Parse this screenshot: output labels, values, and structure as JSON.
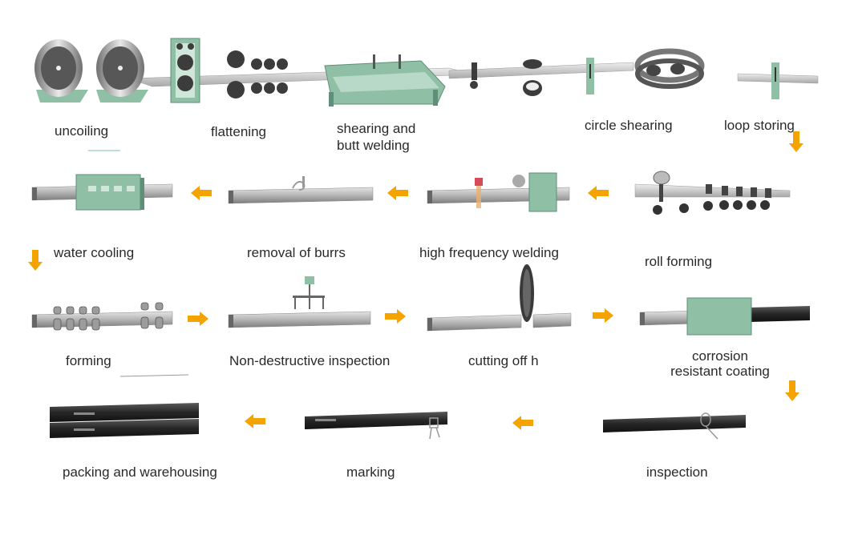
{
  "title": "",
  "colors": {
    "arrow": "#f4a300",
    "machine": "#8fbfa5",
    "machine_dark": "#5f8f78",
    "pipe_light": "#c9c9c9",
    "pipe_mid": "#9a9a9a",
    "pipe_dark": "#2b2b2b",
    "roller": "#3c3c3c"
  },
  "steps": [
    {
      "id": "uncoiling",
      "label": "uncoiling"
    },
    {
      "id": "flattening",
      "label": "flattening"
    },
    {
      "id": "shearing",
      "label_lines": [
        "shearing and",
        "butt welding"
      ]
    },
    {
      "id": "circle-shearing",
      "label": "circle shearing"
    },
    {
      "id": "loop-storing",
      "label": "loop storing"
    },
    {
      "id": "roll-forming",
      "label": "roll forming"
    },
    {
      "id": "hf-welding",
      "label": "high frequency welding"
    },
    {
      "id": "burrs",
      "label": "removal of burrs"
    },
    {
      "id": "water-cooling",
      "label": "water cooling"
    },
    {
      "id": "forming",
      "label": "forming"
    },
    {
      "id": "ndt",
      "label": "Non-destructive inspection"
    },
    {
      "id": "cutting",
      "label": "cutting off h"
    },
    {
      "id": "coating",
      "label_lines": [
        "corrosion",
        "resistant coating"
      ]
    },
    {
      "id": "inspection",
      "label": "inspection"
    },
    {
      "id": "marking",
      "label": "marking"
    },
    {
      "id": "packing",
      "label": "packing and warehousing"
    }
  ],
  "flow_arrows": [
    {
      "name": "arrow-loop-to-roll",
      "dir": "down"
    },
    {
      "name": "arrow-roll-to-hf",
      "dir": "left"
    },
    {
      "name": "arrow-hf-to-burrs",
      "dir": "left"
    },
    {
      "name": "arrow-burrs-to-cooling",
      "dir": "left"
    },
    {
      "name": "arrow-cooling-to-forming",
      "dir": "down"
    },
    {
      "name": "arrow-forming-to-ndt",
      "dir": "right"
    },
    {
      "name": "arrow-ndt-to-cutting",
      "dir": "right"
    },
    {
      "name": "arrow-cutting-to-coating",
      "dir": "right"
    },
    {
      "name": "arrow-coating-to-inspection",
      "dir": "down"
    },
    {
      "name": "arrow-inspection-to-marking",
      "dir": "left"
    },
    {
      "name": "arrow-marking-to-packing",
      "dir": "left"
    }
  ]
}
